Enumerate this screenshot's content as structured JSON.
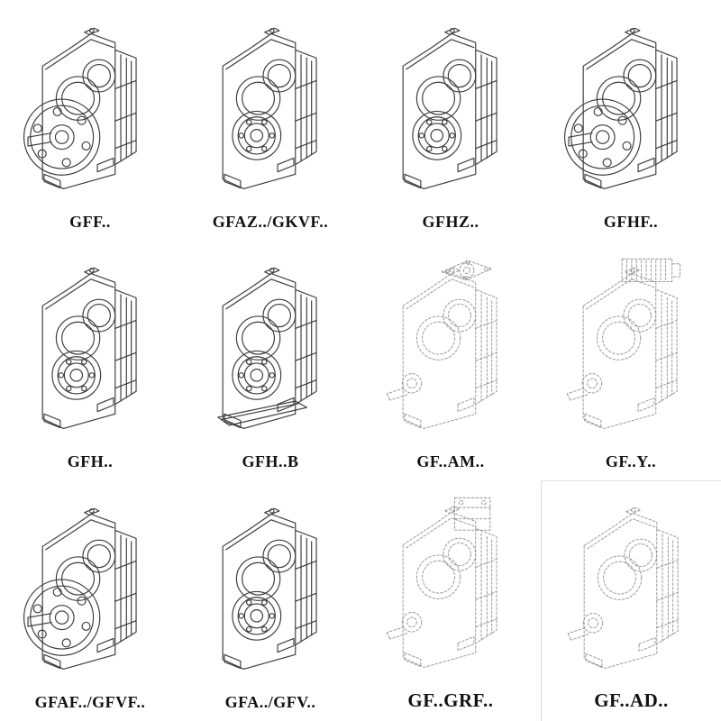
{
  "page": {
    "background_color": "#ffffff",
    "line_color": "#3c3c3c",
    "phantom_line_color": "#8f8f8f",
    "label_color": "#121212"
  },
  "catalog": {
    "description": "Grid of isometric technical line drawings of parallel-shaft helical gear reducers with model designations",
    "items": [
      {
        "label": "GFF..",
        "variant": "flange",
        "style": "solid"
      },
      {
        "label": "GFAZ../GKVF..",
        "variant": "hollow",
        "style": "solid"
      },
      {
        "label": "GFHZ..",
        "variant": "hollow",
        "style": "solid"
      },
      {
        "label": "GFHF..",
        "variant": "flange",
        "style": "solid"
      },
      {
        "label": "GFH..",
        "variant": "hollow",
        "style": "solid"
      },
      {
        "label": "GFH..B",
        "variant": "hollow-foot",
        "style": "solid"
      },
      {
        "label": "GF..AM..",
        "variant": "flange-top",
        "style": "dashed"
      },
      {
        "label": "GF..Y..",
        "variant": "motor",
        "style": "dashed"
      },
      {
        "label": "GFAF../GFVF..",
        "variant": "flange",
        "style": "solid"
      },
      {
        "label": "GFA../GFV..",
        "variant": "hollow",
        "style": "solid"
      },
      {
        "label": "GF..GRF..",
        "variant": "adapter",
        "style": "dashed"
      },
      {
        "label": "GF..AD..",
        "variant": "plain",
        "style": "dashed"
      }
    ]
  }
}
